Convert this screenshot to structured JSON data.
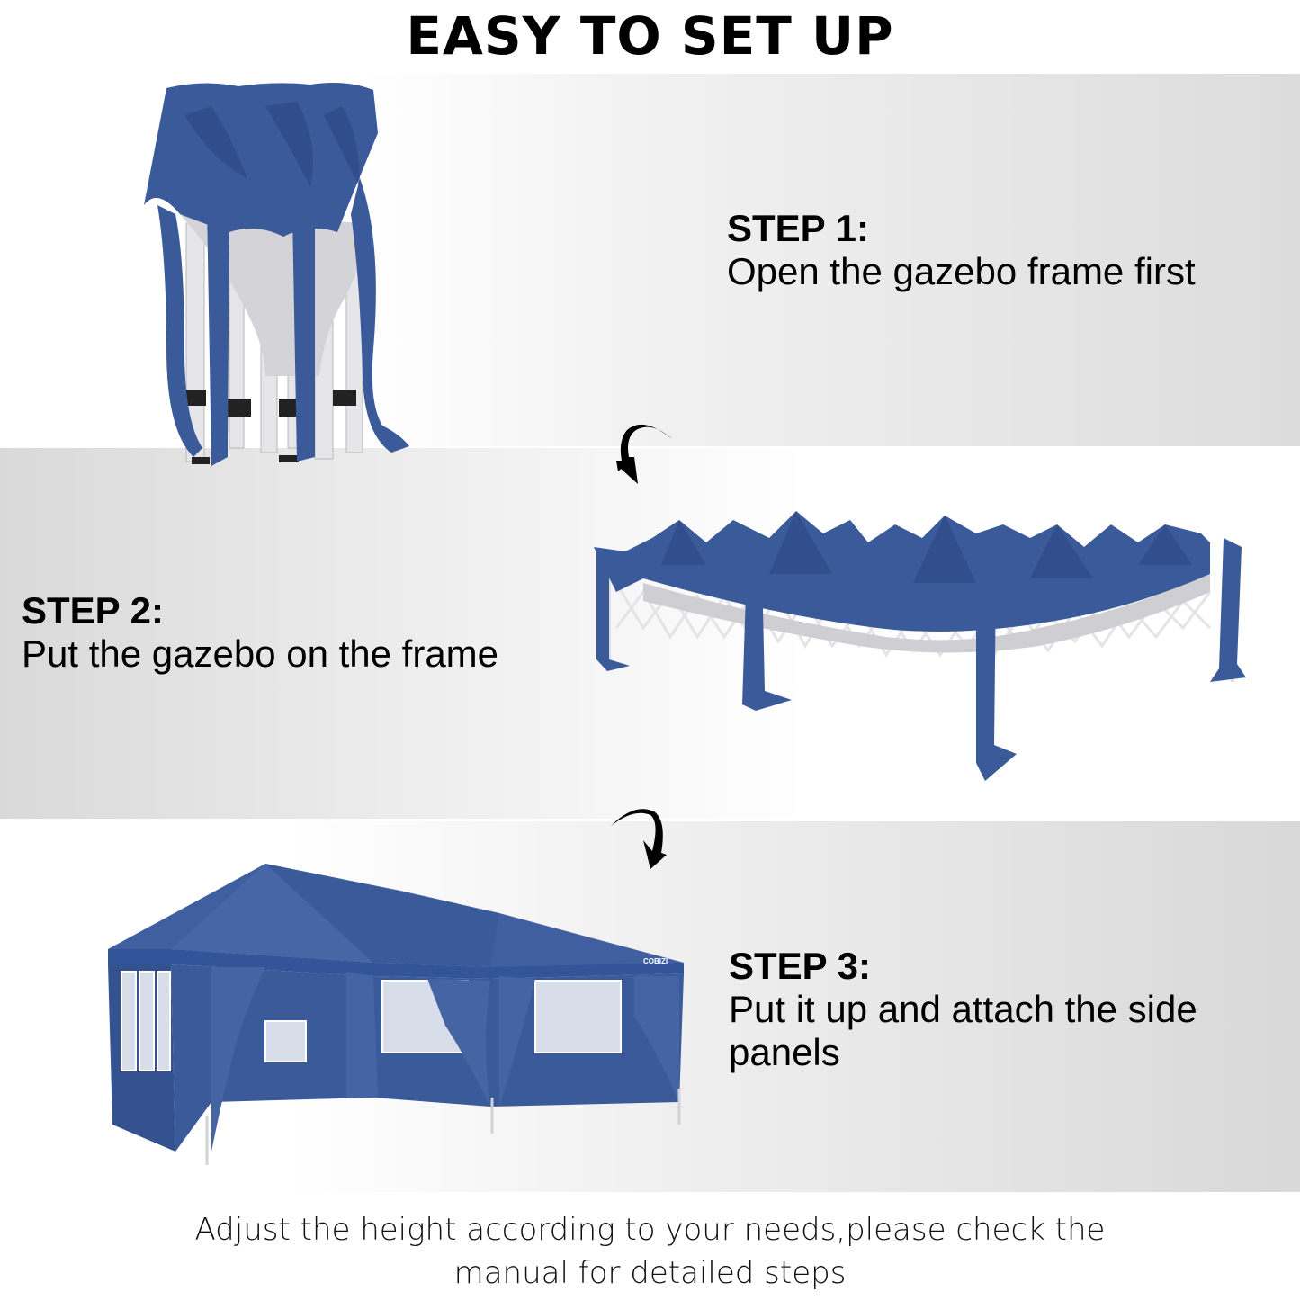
{
  "header": {
    "title": "EASY TO SET UP"
  },
  "steps": [
    {
      "label": "STEP 1:",
      "description": "Open the gazebo frame first",
      "image": "folded-gazebo-frame"
    },
    {
      "label": "STEP 2:",
      "description": "Put the gazebo on the frame",
      "image": "canopy-on-expanded-frame"
    },
    {
      "label": "STEP 3:",
      "description": "Put it up and attach the side panels",
      "image": "assembled-gazebo-with-side-panels"
    }
  ],
  "arrows": [
    "curved-arrow-down-left-icon",
    "curved-arrow-down-right-icon"
  ],
  "brand": {
    "logo_text": "COBIZI"
  },
  "footer": {
    "line1": "Adjust the height according to your needs,please check the",
    "line2": "manual for detailed steps"
  },
  "colors": {
    "canopy_blue": "#3a5a9a",
    "canopy_dark": "#2a4683",
    "frame_white": "#e8e8ea",
    "text": "#000000"
  }
}
